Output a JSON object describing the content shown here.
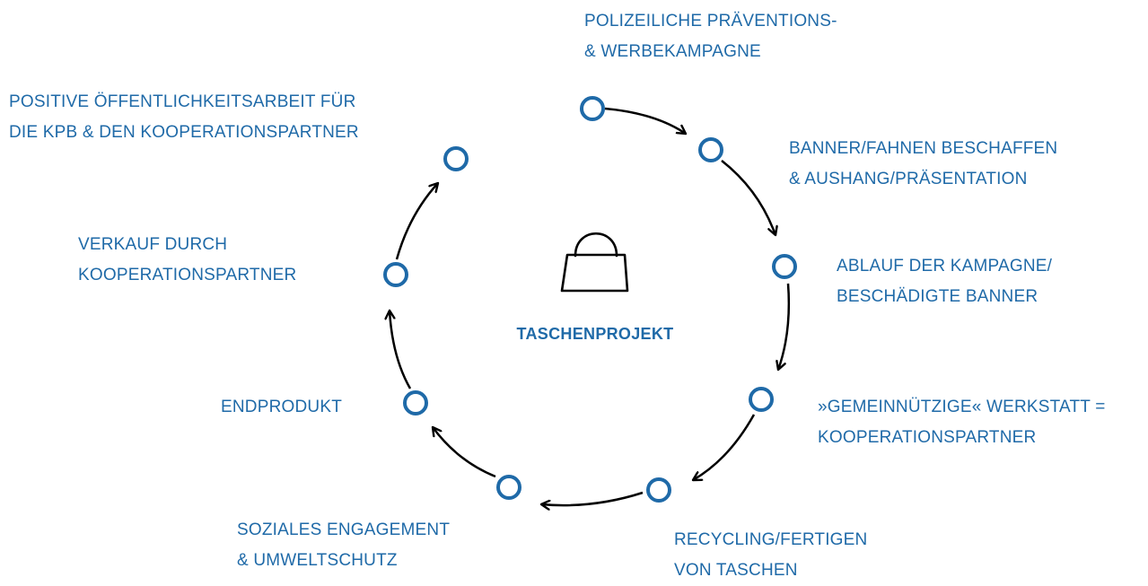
{
  "colors": {
    "accent": "#1f6aa8",
    "node_stroke": "#1f6aa8",
    "arrow": "#000000"
  },
  "center": {
    "title": "TASCHENPROJEKT",
    "icon": "shopping-bag-icon"
  },
  "steps": [
    {
      "id": "praevention",
      "lines": [
        "POLIZEILICHE PRÄVENTIONS-",
        "& WERBEKAMPAGNE"
      ]
    },
    {
      "id": "banner",
      "lines": [
        "BANNER/FAHNEN BESCHAFFEN",
        "& AUSHANG/PRÄSENTATION"
      ]
    },
    {
      "id": "ablauf",
      "lines": [
        "ABLAUF DER KAMPAGNE/",
        "BESCHÄDIGTE BANNER"
      ]
    },
    {
      "id": "werkstatt",
      "lines": [
        "»GEMEINNÜTZIGE« WERKSTATT =",
        "KOOPERATIONSPARTNER"
      ]
    },
    {
      "id": "recycling",
      "lines": [
        "RECYCLING/FERTIGEN",
        "VON TASCHEN"
      ]
    },
    {
      "id": "engagement",
      "lines": [
        "SOZIALES ENGAGEMENT",
        "& UMWELTSCHUTZ"
      ]
    },
    {
      "id": "endprodukt",
      "lines": [
        "ENDPRODUKT"
      ]
    },
    {
      "id": "verkauf",
      "lines": [
        "VERKAUF DURCH",
        "KOOPERATIONSPARTNER"
      ]
    },
    {
      "id": "oeffentlichkeit",
      "lines": [
        "POSITIVE ÖFFENTLICHKEITSARBEIT FÜR",
        "DIE KPB & DEN KOOPERATIONSPARTNER"
      ]
    }
  ]
}
